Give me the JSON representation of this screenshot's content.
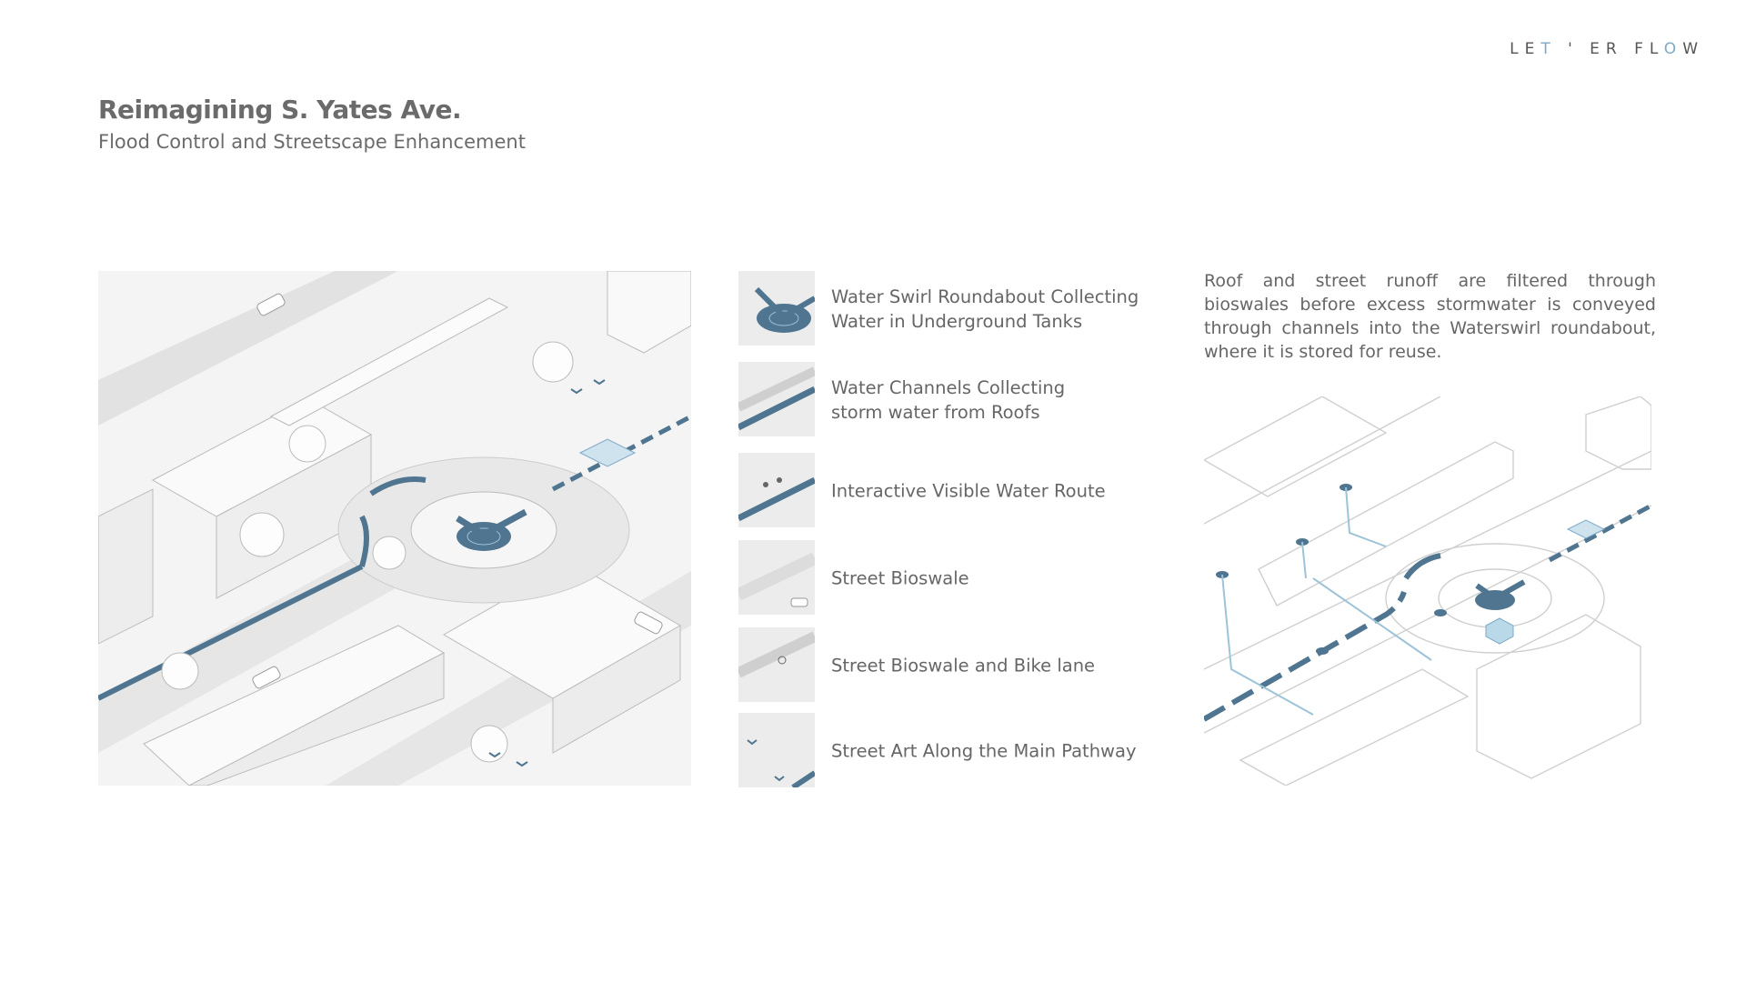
{
  "logo": {
    "part1": "LE",
    "accent1": "T",
    "part2": " ' ER FL",
    "accent2": "O",
    "part3": "W"
  },
  "header": {
    "title": "Reimagining S. Yates Ave.",
    "subtitle": "Flood Control and Streetscape Enhancement"
  },
  "legend": {
    "items": [
      {
        "label": "Water Swirl Roundabout Collecting\nWater in Underground Tanks",
        "icon": "swirl-roundabout-icon"
      },
      {
        "label": "Water Channels Collecting\nstorm water from Roofs",
        "icon": "water-channel-icon"
      },
      {
        "label": "Interactive Visible Water Route",
        "icon": "water-route-icon"
      },
      {
        "label": "Street Bioswale",
        "icon": "bioswale-icon"
      },
      {
        "label": "Street Bioswale and Bike lane",
        "icon": "bike-lane-icon"
      },
      {
        "label": "Street Art Along the Main Pathway",
        "icon": "street-art-icon"
      }
    ]
  },
  "description": {
    "text": "Roof and street runoff are filtered through bioswales before excess stormwater is conveyed through channels into the Waterswirl roundabout, where it is stored for reuse."
  },
  "colors": {
    "water": "#4f7590",
    "water_light": "#9dc3d8",
    "line": "#b8b8b8",
    "ground": "#f3f3f3"
  }
}
